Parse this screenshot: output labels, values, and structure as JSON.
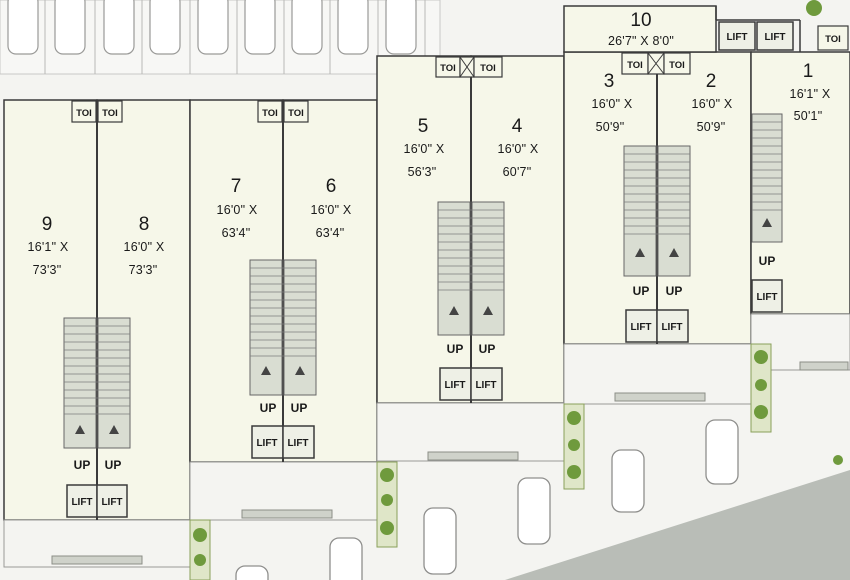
{
  "labels": {
    "lift": "LIFT",
    "toilet": "TOI",
    "up": "UP"
  },
  "units": [
    {
      "number": "10",
      "size": "26'7\" X 8'0\""
    },
    {
      "number": "1",
      "width": "16'1\" X",
      "depth": "50'1\""
    },
    {
      "number": "2",
      "width": "16'0\" X",
      "depth": "50'9\""
    },
    {
      "number": "3",
      "width": "16'0\" X",
      "depth": "50'9\""
    },
    {
      "number": "4",
      "width": "16'0\" X",
      "depth": "60'7\""
    },
    {
      "number": "5",
      "width": "16'0\" X",
      "depth": "56'3\""
    },
    {
      "number": "6",
      "width": "16'0\" X",
      "depth": "63'4\""
    },
    {
      "number": "7",
      "width": "16'0\" X",
      "depth": "63'4\""
    },
    {
      "number": "8",
      "width": "16'0\" X",
      "depth": "73'3\""
    },
    {
      "number": "9",
      "width": "16'1\" X",
      "depth": "73'3\""
    }
  ],
  "colors": {
    "shop_fill": "#f6f7e9",
    "wall": "#3a3a3a",
    "road": "#b9bdb7",
    "planter": "#6f9a3d",
    "paving": "#f4f4f1"
  }
}
